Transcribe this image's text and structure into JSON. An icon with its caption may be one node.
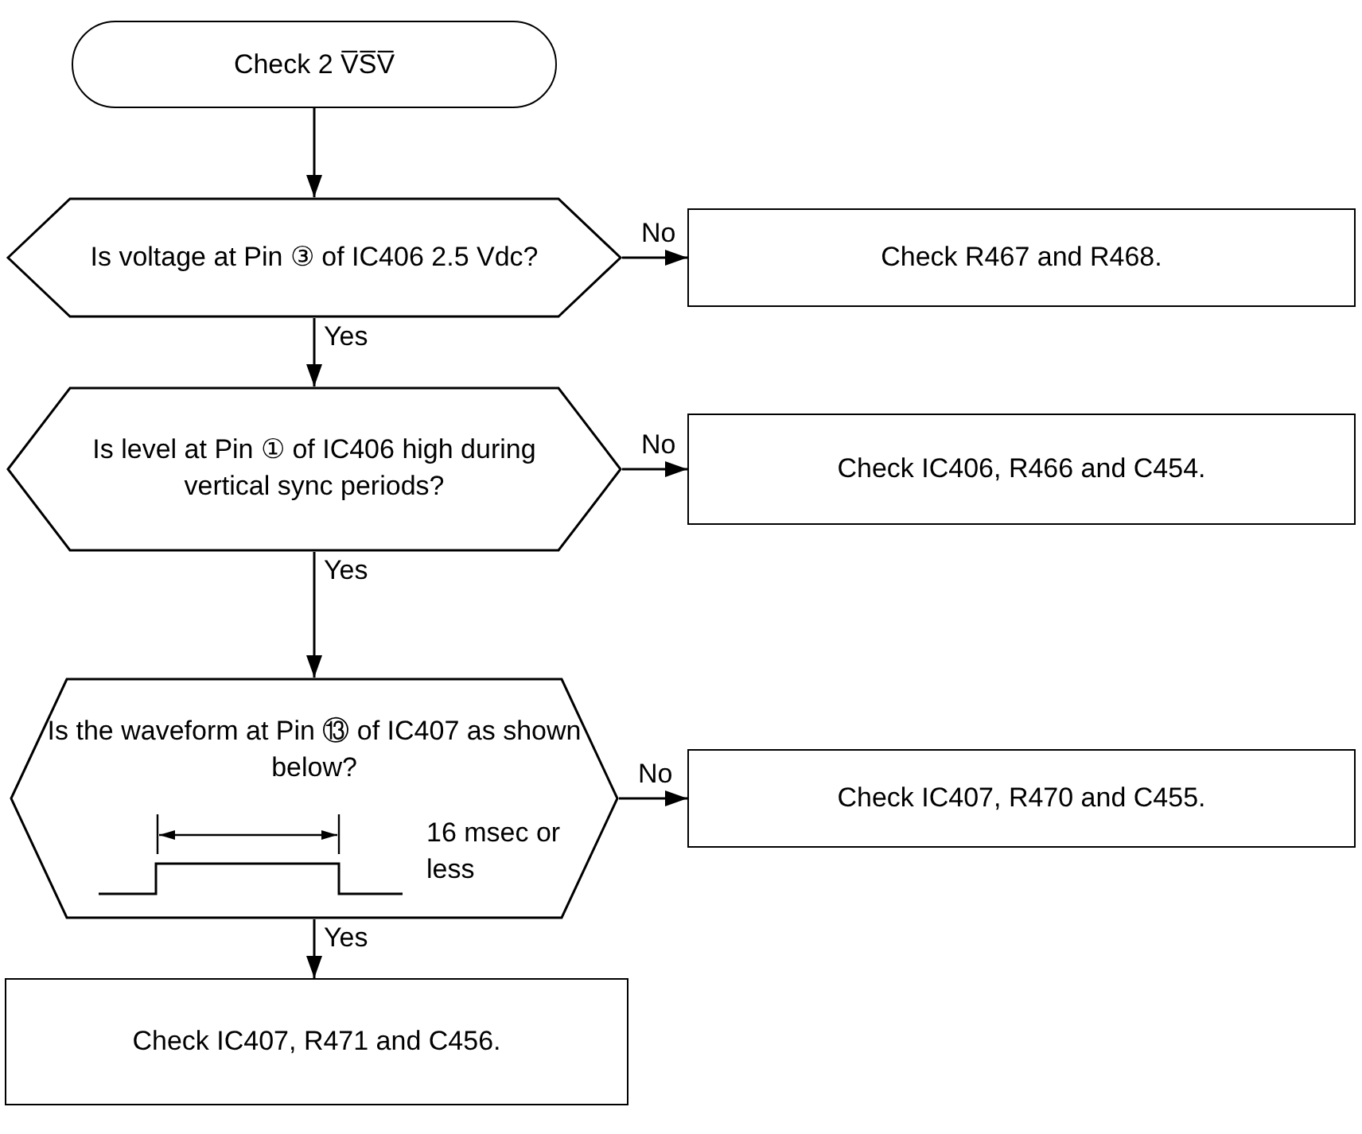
{
  "diagram": {
    "nodes": [
      {
        "text": [
          "Check 2 V̅S̅V̅"
        ]
      },
      {
        "text": [
          "Is voltage at Pin ③ of IC406 2.5 Vdc?"
        ]
      },
      {
        "text": [
          "Check R467 and R468."
        ]
      },
      {
        "text": [
          "Is level at Pin ① of IC406 high during vertical sync periods?"
        ]
      },
      {
        "text": [
          "Check IC406, R466 and C454."
        ]
      },
      {
        "text": [
          "Is the waveform at Pin ⑬ of IC407 as shown below?",
          "16 msec or less"
        ]
      },
      {
        "text": [
          "Check IC407, R470 and C455."
        ]
      },
      {
        "text": [
          "Check IC407, R471 and C456."
        ]
      }
    ],
    "edges": [
      {
        "from": 0,
        "to": 1,
        "arrow": "to"
      },
      {
        "from": 1,
        "to": 2,
        "arrow": "to",
        "label": "No"
      },
      {
        "from": 1,
        "to": 3,
        "arrow": "to",
        "label": "Yes"
      },
      {
        "from": 3,
        "to": 4,
        "arrow": "to",
        "label": "No"
      },
      {
        "from": 3,
        "to": 5,
        "arrow": "to",
        "label": "Yes"
      },
      {
        "from": 5,
        "to": 6,
        "arrow": "to",
        "label": "No"
      },
      {
        "from": 5,
        "to": 7,
        "arrow": "to",
        "label": "Yes"
      }
    ]
  }
}
